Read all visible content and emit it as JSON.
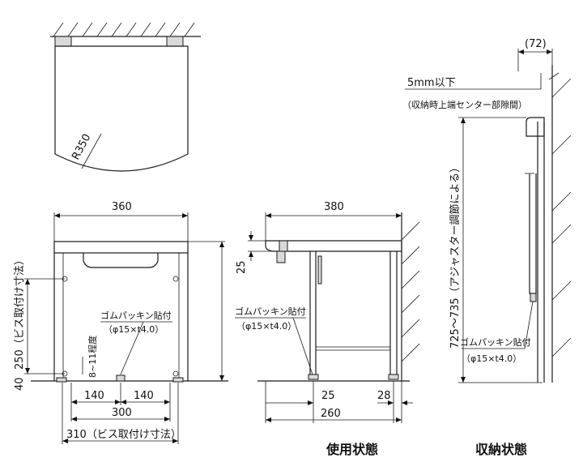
{
  "top_view": {
    "radius_label": "R350"
  },
  "front_view": {
    "width_label": "360",
    "gasket_label": "ゴムパッキン貼付",
    "gasket_size": "（φ15×t4.0）",
    "clearance_label": "8~11程度",
    "left_screw_label": "250（ビス取付け寸法）",
    "bottom_offset": "40",
    "half_left": "140",
    "half_right": "140",
    "inner_width": "300",
    "screw_width_label": "310（ビス取付け寸法）"
  },
  "side_view": {
    "width_label": "380",
    "thickness_label": "25",
    "gasket_label": "ゴムパッキン貼付",
    "gasket_size": "（φ15×t4.0）",
    "left_offset": "25",
    "right_offset": "28",
    "depth_label": "260",
    "caption": "使用状態"
  },
  "stored_view": {
    "top_width": "(72)",
    "gap_label": "5mm以下",
    "gap_note": "（収納時上端センター部隙間）",
    "height_label": "725～735（アジャスター調節による）",
    "gasket_label": "ゴムパッキン貼付",
    "gasket_size": "（φ15×t4.0）",
    "caption": "収納状態"
  }
}
